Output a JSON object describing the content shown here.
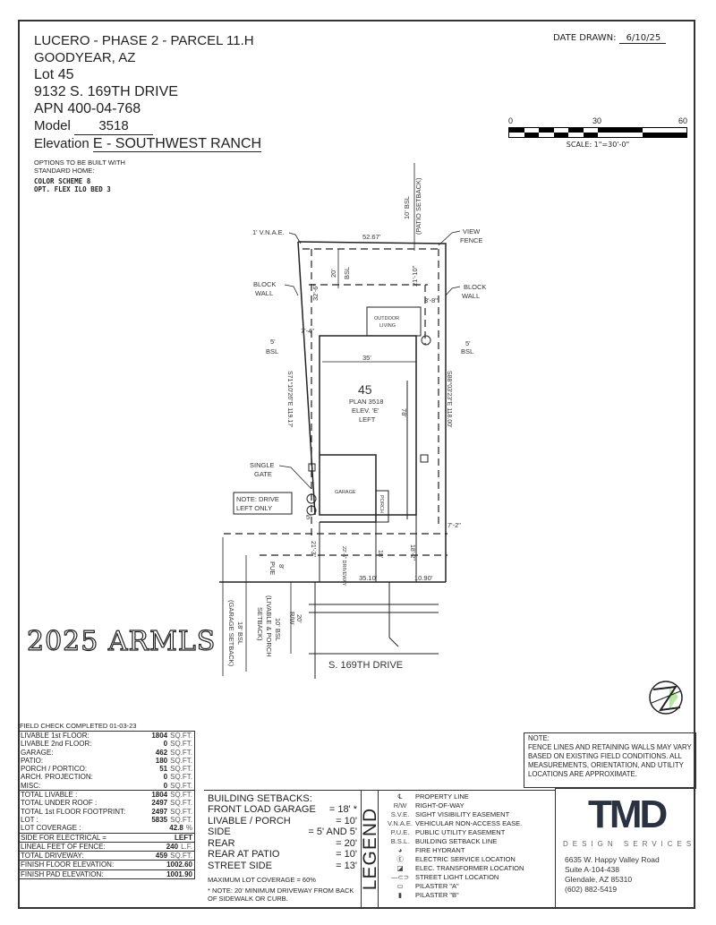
{
  "header": {
    "project": "LUCERO - PHASE 2 - PARCEL 11.H",
    "city": "GOODYEAR, AZ",
    "lot": "Lot 45",
    "address": "9132 S. 169TH DRIVE",
    "apn": "APN 400-04-768",
    "model_label": "Model",
    "model_value": "3518",
    "elevation_label": "Elevation",
    "elevation_value": "E - SOUTHWEST RANCH",
    "options_title_1": "OPTIONS TO BE BUILT WITH",
    "options_title_2": "STANDARD HOME:",
    "options": [
      "COLOR SCHEME 8",
      "OPT. FLEX ILO BED 3"
    ],
    "date_label": "DATE DRAWN:",
    "date_value": "6/10/25"
  },
  "scale": {
    "ticks": [
      "0",
      "30",
      "60"
    ],
    "label": "SCALE: 1\"=30'-0\""
  },
  "plan": {
    "lot_number": "45",
    "plan": "PLAN 3518",
    "elev": "ELEV. 'E'",
    "side": "LEFT",
    "labels": {
      "vnae": "1' V.N.A.E.",
      "rear_width": "52.67'",
      "view_fence_1": "VIEW",
      "view_fence_2": "FENCE",
      "patio_bsl_1": "10' BSL",
      "patio_bsl_2": "(PATIO SETBACK)",
      "block_wall_1": "BLOCK",
      "block_wall_2": "WALL",
      "rear_bsl_1": "20'",
      "rear_bsl_2": "BSL",
      "d_32_6": "32'-6\"",
      "d_21_10": "21'-10\"",
      "d_8_8": "8'-8\"",
      "outdoor_1": "OUTDOOR",
      "outdoor_2": "LIVING",
      "d_7_4": "7'-4\"",
      "side_bsl_1": "5'",
      "side_bsl_2": "BSL",
      "house_width": "35'",
      "house_depth": "78'",
      "left_bearing": "S71°10'26\"E  119.17'",
      "right_bearing": "S88°03'23\"E  118.00'",
      "single_gate_1": "SINGLE",
      "single_gate_2": "GATE",
      "garage": "GARAGE",
      "porch": "PORCH",
      "note_drive_1": "NOTE: DRIVE",
      "note_drive_2": "LEFT ONLY",
      "d_5": "5'",
      "d_7_2": "7'-2\"",
      "d_21_3": "21'-3\"",
      "driveway": "22'-5\" DRIVEWAY",
      "d_18": "18'",
      "d_18_2": "18'-2\"",
      "front_1": "35.10'",
      "front_2": "10.90'",
      "pue_1": "8'",
      "pue_2": "PUE",
      "rw_1": "R/W",
      "rw_2": "20'",
      "livable_bsl_1": "10' BSL",
      "livable_bsl_2": "(LIVABLE & PORCH",
      "livable_bsl_3": "SETBACK)",
      "garage_bsl_1": "18' BSL",
      "garage_bsl_2": "(GARAGE SETBACK)",
      "street": "S. 169TH DRIVE"
    }
  },
  "areas": {
    "field_check": "FIELD CHECK COMPLETED 01-03-23",
    "group1": [
      {
        "label": "LIVABLE 1st FLOOR:",
        "value": "1804",
        "unit": "SQ.FT."
      },
      {
        "label": "LIVABLE 2nd FLOOR:",
        "value": "0",
        "unit": "SQ.FT."
      },
      {
        "label": "GARAGE:",
        "value": "462",
        "unit": "SQ.FT."
      },
      {
        "label": "PATIO:",
        "value": "180",
        "unit": "SQ.FT."
      },
      {
        "label": "PORCH / PORTICO:",
        "value": "51",
        "unit": "SQ.FT."
      },
      {
        "label": "ARCH. PROJECTION:",
        "value": "0",
        "unit": "SQ.FT."
      },
      {
        "label": "MISC:",
        "value": "0",
        "unit": "SQ.FT."
      }
    ],
    "group2": [
      {
        "label": "TOTAL LIVABLE :",
        "value": "1804",
        "unit": "SQ.FT."
      },
      {
        "label": "TOTAL UNDER ROOF :",
        "value": "2497",
        "unit": "SQ.FT."
      },
      {
        "label": "TOTAL 1st FLOOR FOOTPRINT:",
        "value": "2497",
        "unit": "SQ.FT."
      },
      {
        "label": "LOT :",
        "value": "5835",
        "unit": "SQ.FT."
      },
      {
        "label": "LOT COVERAGE :",
        "value": "42.8",
        "unit": "%"
      }
    ],
    "electrical": {
      "label": "SIDE FOR ELECTRICAL =",
      "value": "LEFT"
    },
    "fence": {
      "label": "LINEAL FEET OF FENCE:",
      "value": "240",
      "unit": "L.F."
    },
    "driveway": {
      "label": "TOTAL DRIVEWAY:",
      "value": "459",
      "unit": "SQ.FT."
    },
    "floor_elev": {
      "label": "FINISH FLOOR ELEVATION:",
      "value": "1002.60"
    },
    "pad_elev": {
      "label": "FINISH PAD ELEVATION:",
      "value": "1001.90"
    }
  },
  "setbacks": {
    "title": "BUILDING SETBACKS:",
    "rows": [
      {
        "label": "FRONT LOAD GARAGE",
        "value": "= 18' *"
      },
      {
        "label": "LIVABLE / PORCH",
        "value": "= 10'"
      },
      {
        "label": "SIDE",
        "value": "= 5' AND 5'"
      },
      {
        "label": "REAR",
        "value": "= 20'"
      },
      {
        "label": "REAR AT PATIO",
        "value": "= 10'"
      },
      {
        "label": "STREET SIDE",
        "value": "= 13'"
      }
    ],
    "max_coverage": "MAXIMUM LOT COVERAGE    = 60%",
    "note": "* NOTE: 20' MINIMUM DRIVEWAY FROM BACK OF SIDEWALK OR CURB."
  },
  "legend": {
    "title": "LEGEND",
    "items": [
      {
        "symbol": "℄",
        "text": "PROPERTY LINE"
      },
      {
        "symbol": "R/W",
        "text": "RIGHT-OF-WAY"
      },
      {
        "symbol": "S.V.E.",
        "text": "SIGHT VISIBILITY EASEMENT"
      },
      {
        "symbol": "V.N.A.E.",
        "text": "VEHICULAR NON-ACCESS EASE."
      },
      {
        "symbol": "P.U.E.",
        "text": "PUBLIC UTILITY EASEMENT"
      },
      {
        "symbol": "B.S.L.",
        "text": "BUILDING SETBACK LINE"
      },
      {
        "symbol": "◕",
        "text": "FIRE HYDRANT"
      },
      {
        "symbol": "Ⓔ",
        "text": "ELECTRIC SERVICE LOCATION"
      },
      {
        "symbol": "◪",
        "text": "ELEC. TRANSFORMER LOCATION"
      },
      {
        "symbol": "—⊂⊃",
        "text": "STREET LIGHT LOCATION"
      },
      {
        "symbol": "▭",
        "text": "PILASTER \"A\""
      },
      {
        "symbol": "▮",
        "text": "PILASTER \"B\""
      }
    ]
  },
  "note": {
    "title": "NOTE:",
    "text": "FENCE LINES AND RETAINING WALLS MAY VARY BASED ON EXISTING FIELD CONDITIONS.  ALL MEASUREMENTS, ORIENTATION, AND UTILITY LOCATIONS ARE APPROXIMATE."
  },
  "company": {
    "logo": "TMD",
    "tagline": "DESIGN SERVICES",
    "address_1": "6635 W. Happy Valley Road",
    "address_2": "Suite A-104-438",
    "address_3": "Glendale, AZ 85310",
    "phone": "(602) 882-5419",
    "brand_color": "#2a3242"
  },
  "watermark": "2025 ARMLS"
}
